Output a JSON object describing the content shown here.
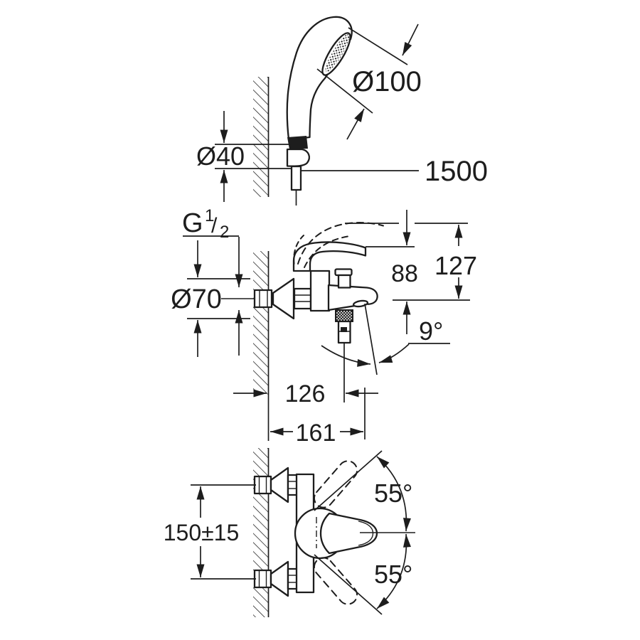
{
  "labels": {
    "head_diameter": "Ø100",
    "hose_length": "1500",
    "holder_diameter": "Ø40",
    "thread_g": "G",
    "thread_num": "1",
    "thread_slash": "/",
    "thread_den": "2",
    "escutcheon_diameter": "Ø70",
    "height_spout_to_lever": "88",
    "height_total": "127",
    "spout_angle": "9°",
    "reach_hose_outlet": "126",
    "reach_total": "161",
    "center_distance": "150±15",
    "swing_upper": "55°",
    "swing_lower": "55°"
  },
  "colors": {
    "line": "#1d1d1d",
    "background": "#ffffff"
  }
}
